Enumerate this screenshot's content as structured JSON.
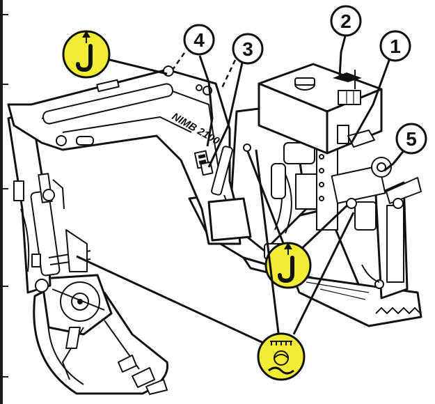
{
  "colors": {
    "hazard_yellow": "#f2ec35",
    "ink": "#111111",
    "paper": "#ffffff"
  },
  "callouts": [
    {
      "id": "callout-1",
      "label": "1"
    },
    {
      "id": "callout-2",
      "label": "2"
    },
    {
      "id": "callout-3",
      "label": "3"
    },
    {
      "id": "callout-4",
      "label": "4"
    },
    {
      "id": "callout-5",
      "label": "5"
    }
  ],
  "decals": {
    "boom_model_text": "NIMB 2100"
  },
  "icons": {
    "lifting_point_top": "lifting-hook-icon",
    "lifting_point_bottom": "lifting-hook-icon",
    "tie_down": "tie-down-icon"
  }
}
